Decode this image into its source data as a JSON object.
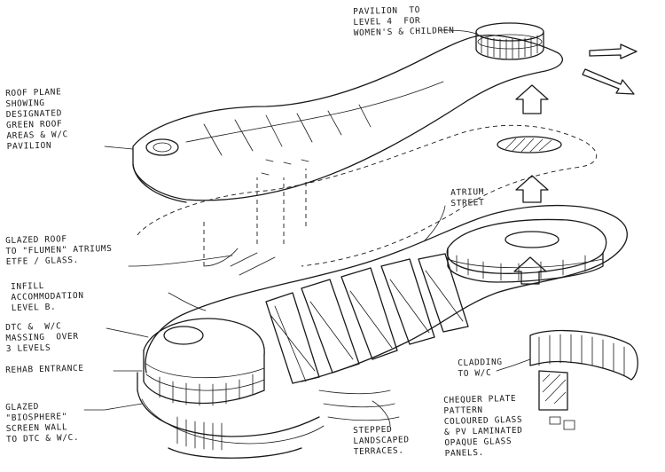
{
  "labels": {
    "pavilion": "PAVILION  TO\nLEVEL 4  FOR\nWOMEN'S & CHILDREN",
    "roof_plane": "ROOF PLANE\nSHOWING\nDESIGNATED\nGREEN ROOF\nAREAS & W/C\nPAVILION",
    "atrium": "ATRIUM\nSTREET",
    "glazed_roof": "GLAZED ROOF\nTO \"FLUMEN\" ATRIUMS\nETFE / GLASS.",
    "infill": "INFILL\nACCOMMODATION\nLEVEL B.",
    "dtc": "DTC &  W/C\nMASSING  OVER\n3 LEVELS",
    "rehab": "REHAB ENTRANCE",
    "glazed_biosphere": "GLAZED\n\"BIOSPHERE\"\nSCREEN WALL\nTO DTC & W/C.",
    "stepped": "STEPPED\nLANDSCAPED\nTERRACES.",
    "cladding": "CLADDING\nTO W/C",
    "chequer": "CHEQUER PLATE\nPATTERN\nCOLOURED GLASS\n& PV LAMINATED\nOPAQUE GLASS\nPANELS."
  },
  "icons": {
    "exit_arrows": "double-right-arrow-icon",
    "up_arrows": "up-arrow-icon"
  }
}
